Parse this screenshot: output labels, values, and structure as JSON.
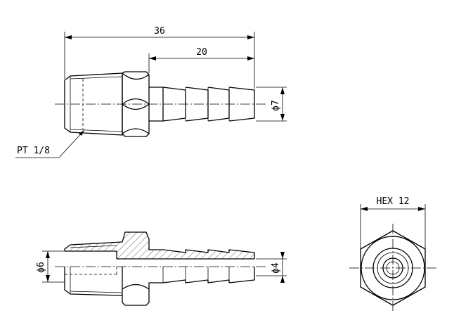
{
  "labels": {
    "dim_overall": "36",
    "dim_barb": "20",
    "dim_outer_dia": "ϕ7",
    "thread": "PT 1/8",
    "hex": "HEX 12",
    "dim_thread_bore": "ϕ6",
    "dim_bore": "ϕ4"
  }
}
